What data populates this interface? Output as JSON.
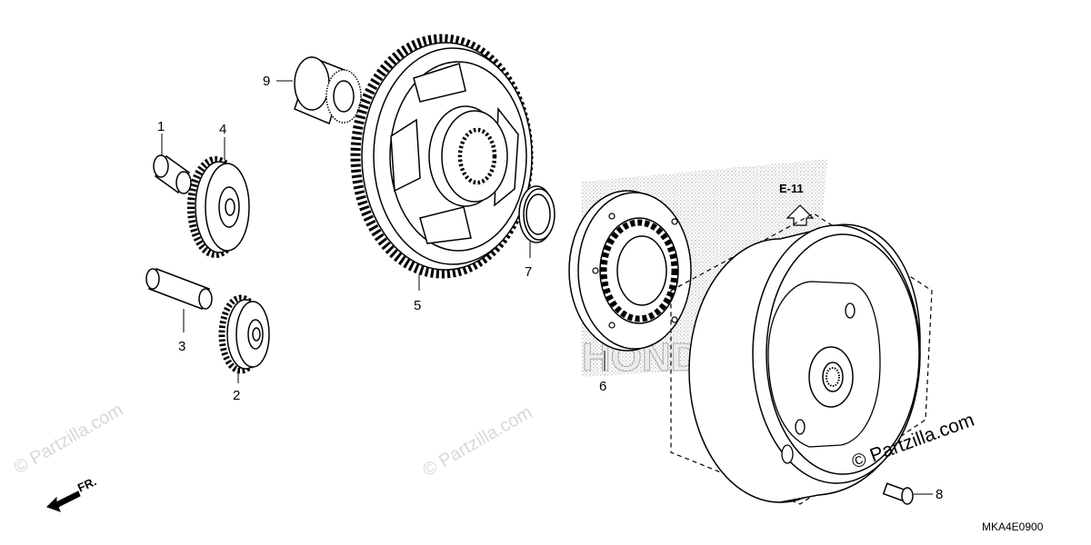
{
  "diagram": {
    "callouts": [
      {
        "id": "1",
        "label": "1"
      },
      {
        "id": "2",
        "label": "2"
      },
      {
        "id": "3",
        "label": "3"
      },
      {
        "id": "4",
        "label": "4"
      },
      {
        "id": "5",
        "label": "5"
      },
      {
        "id": "6",
        "label": "6"
      },
      {
        "id": "7",
        "label": "7"
      },
      {
        "id": "8",
        "label": "8"
      },
      {
        "id": "9",
        "label": "9"
      }
    ],
    "reference_label": "E-11",
    "front_label": "FR.",
    "diagram_code": "MKA4E0900",
    "watermark_text": "© Partzilla.com",
    "brand_watermark_text": "HONDA"
  }
}
